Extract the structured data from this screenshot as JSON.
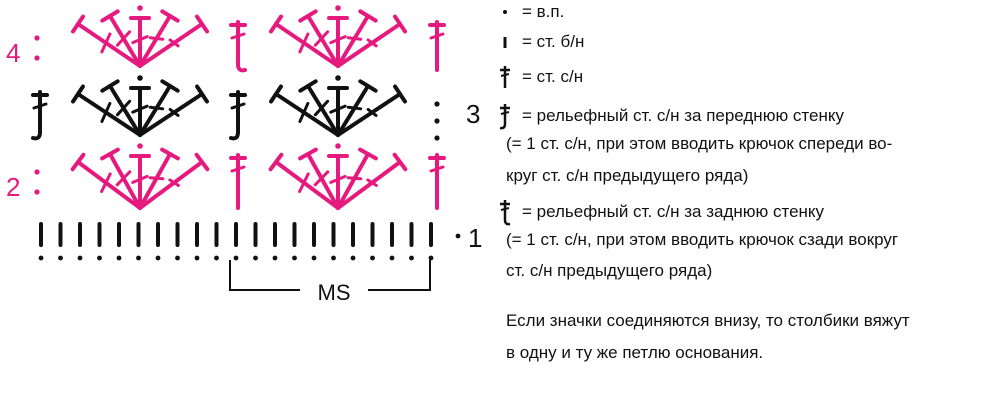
{
  "colors": {
    "accent": "#e6197e",
    "ink": "#111111"
  },
  "diagram": {
    "row_labels": {
      "row1": "1",
      "row2": "2",
      "row3": "3",
      "row4": "4"
    },
    "repeat_label": "MS"
  },
  "legend": {
    "items": [
      {
        "symbol": "chain-dot-icon",
        "text": "= в.п."
      },
      {
        "symbol": "single-crochet-icon",
        "text": "= ст. б/н"
      },
      {
        "symbol": "double-crochet-icon",
        "text": "= ст. с/н"
      },
      {
        "symbol": "front-post-dc-icon",
        "text": "= рельефный ст. с/н за переднюю стенку"
      },
      {
        "symbol": "back-post-dc-icon",
        "text": "= рельефный ст. с/н за заднюю стенку"
      }
    ],
    "front_note": [
      "(= 1 ст. с/н, при этом вводить крючок спереди во-",
      "круг ст. с/н предыдущего ряда)"
    ],
    "back_note": [
      "(= 1 ст. с/н, при этом вводить крючок сзади вокруг",
      "ст. с/н предыдущего ряда)"
    ],
    "paragraph": [
      "Если значки соединяются внизу, то столбики вяжут",
      "в одну и ту же петлю основания."
    ]
  }
}
